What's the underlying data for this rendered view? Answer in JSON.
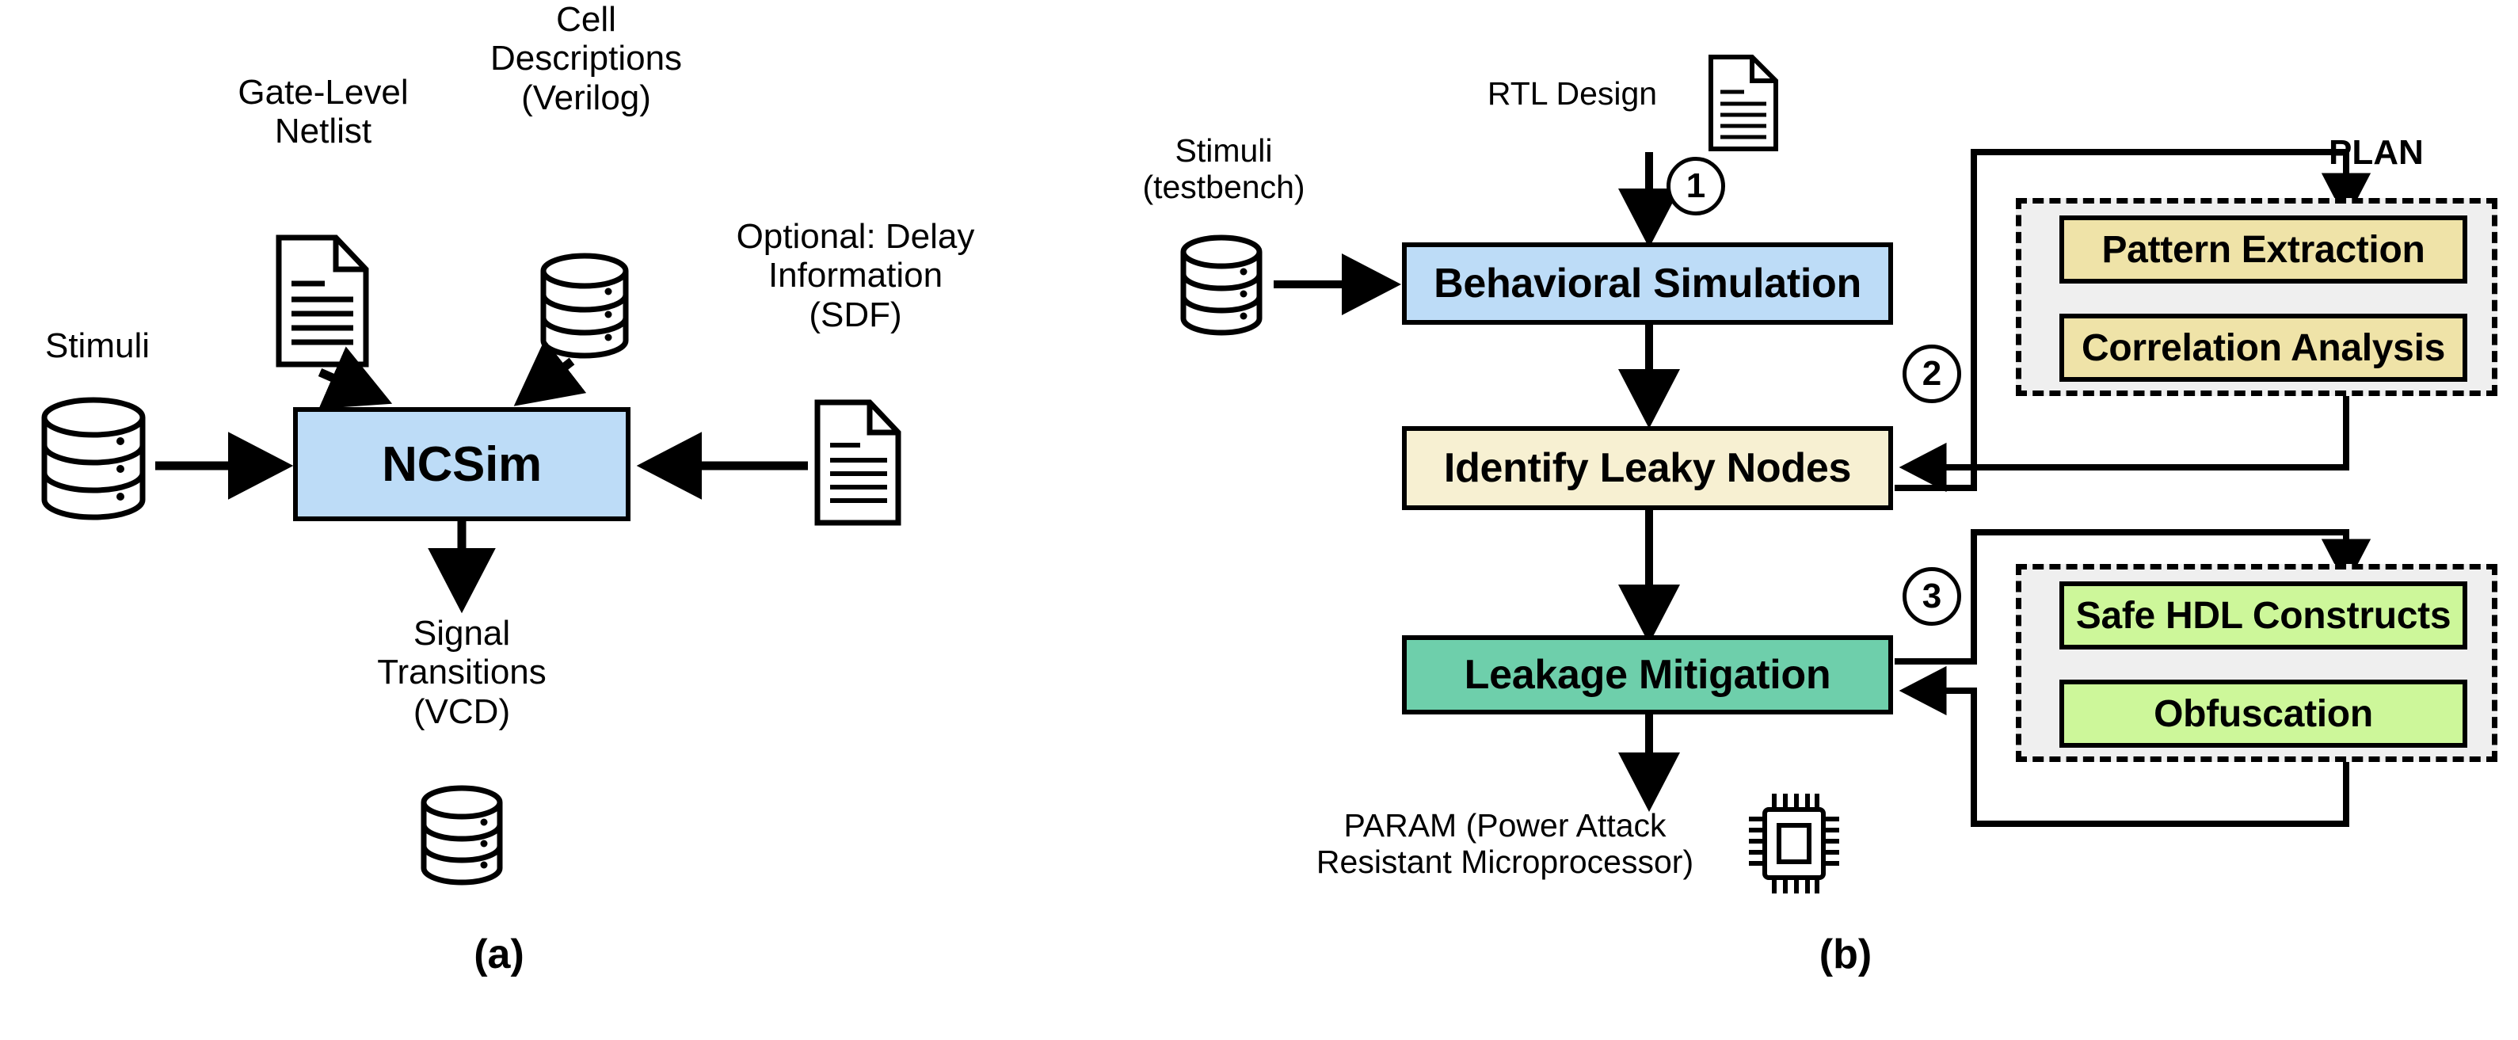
{
  "figure": {
    "panels": [
      {
        "id": "a",
        "caption": "(a)"
      },
      {
        "id": "b",
        "caption": "(b)"
      }
    ]
  },
  "colors": {
    "blue_fill": "#bddcf7",
    "cream_fill": "#f7f0d2",
    "teal_fill": "#6ecfab",
    "yellow_fill": "#efe3a8",
    "green_fill": "#cdf79a",
    "group_fill": "#efefef",
    "stroke": "#000000",
    "background": "#ffffff"
  },
  "panel_a": {
    "caption": "(a)",
    "main_block": {
      "label": "NCSim"
    },
    "inputs": [
      {
        "id": "stimuli",
        "label": "Stimuli",
        "icon": "database-icon"
      },
      {
        "id": "netlist",
        "label": "Gate-Level\nNetlist",
        "icon": "document-icon"
      },
      {
        "id": "cell_desc",
        "label": "Cell\nDescriptions\n(Verilog)",
        "icon": "database-icon"
      },
      {
        "id": "delay_info",
        "label": "Optional: Delay\nInformation\n(SDF)",
        "icon": "document-icon"
      }
    ],
    "outputs": [
      {
        "id": "signal_transitions",
        "label": "Signal\nTransitions\n(VCD)",
        "icon": "database-icon"
      }
    ]
  },
  "panel_b": {
    "caption": "(b)",
    "inputs": [
      {
        "id": "stimuli_tb",
        "label": "Stimuli\n(testbench)",
        "icon": "database-icon"
      },
      {
        "id": "rtl_design",
        "label": "RTL Design",
        "icon": "document-icon"
      }
    ],
    "flow": [
      {
        "id": "behavioral_simulation",
        "label": "Behavioral Simulation",
        "fill": "blue"
      },
      {
        "id": "identify_leaky_nodes",
        "label": "Identify Leaky Nodes",
        "fill": "cream"
      },
      {
        "id": "leakage_mitigation",
        "label": "Leakage Mitigation",
        "fill": "teal"
      }
    ],
    "steps": [
      {
        "id": "step1",
        "number": "1"
      },
      {
        "id": "step2",
        "number": "2"
      },
      {
        "id": "step3",
        "number": "3"
      }
    ],
    "plan_label": "PLAN",
    "groups": [
      {
        "id": "plan_analysis",
        "title": "PLAN",
        "items": [
          {
            "id": "pattern_extraction",
            "label": "Pattern Extraction",
            "fill": "yellow"
          },
          {
            "id": "correlation_analysis",
            "label": "Correlation Analysis",
            "fill": "yellow"
          }
        ]
      },
      {
        "id": "plan_mitigation",
        "title": "",
        "items": [
          {
            "id": "safe_hdl_constructs",
            "label": "Safe HDL Constructs",
            "fill": "green"
          },
          {
            "id": "obfuscation",
            "label": "Obfuscation",
            "fill": "green"
          }
        ]
      }
    ],
    "output": {
      "id": "param_output",
      "label": "PARAM (Power Attack\nResistant Microprocessor)",
      "icon": "chip-icon"
    }
  }
}
